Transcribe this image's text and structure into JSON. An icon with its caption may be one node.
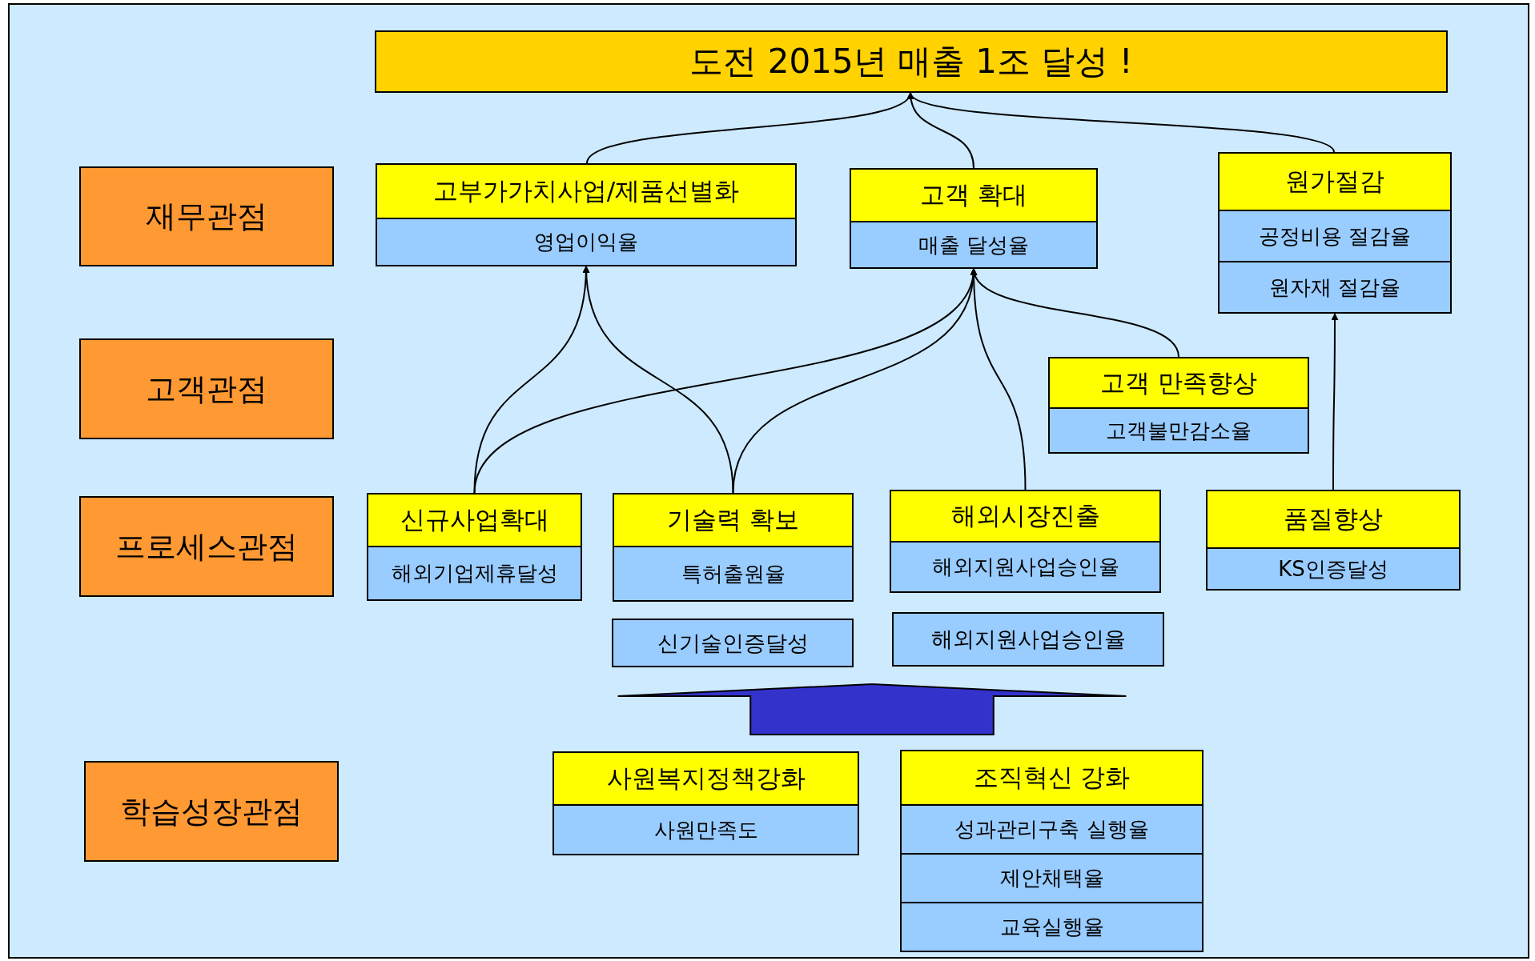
{
  "diagram": {
    "nodes": [
      {
        "text": [
          "도전 2015년 매출 1조 달성 !"
        ]
      },
      {
        "text": [
          "재무관점"
        ]
      },
      {
        "text": [
          "고객관점"
        ]
      },
      {
        "text": [
          "프로세스관점"
        ]
      },
      {
        "text": [
          "학습성장관점"
        ]
      },
      {
        "text": [
          "고부가가치사업/제품선별화",
          "영업이익율"
        ]
      },
      {
        "text": [
          "고객 확대",
          "매출 달성율"
        ]
      },
      {
        "text": [
          "원가절감",
          "공정비용 절감율",
          "원자재 절감율"
        ]
      },
      {
        "text": [
          "고객 만족향상",
          "고객불만감소율"
        ]
      },
      {
        "text": [
          "신규사업확대",
          "해외기업제휴달성"
        ]
      },
      {
        "text": [
          "기술력 확보",
          "특허출원율"
        ]
      },
      {
        "text": [
          "해외시장진출",
          "해외지원사업승인율"
        ]
      },
      {
        "text": [
          "품질향상",
          "KS인증달성"
        ]
      },
      {
        "text": [
          "신기술인증달성"
        ]
      },
      {
        "text": [
          "해외지원사업승인율"
        ]
      },
      {
        "text": [
          "사원복지정책강화",
          "사원만족도"
        ]
      },
      {
        "text": [
          "조직혁신 강화",
          "성과관리구축 실행율",
          "제안채택율",
          "교육실행율"
        ]
      }
    ],
    "edges": [
      {
        "from": 5,
        "to": 0,
        "arrow": "to"
      },
      {
        "from": 6,
        "to": 0,
        "arrow": "to"
      },
      {
        "from": 7,
        "to": 0,
        "arrow": "to"
      },
      {
        "from": 9,
        "to": 5,
        "arrow": "to"
      },
      {
        "from": 9,
        "to": 6,
        "arrow": "to"
      },
      {
        "from": 10,
        "to": 5,
        "arrow": "to"
      },
      {
        "from": 10,
        "to": 6,
        "arrow": "to"
      },
      {
        "from": 11,
        "to": 6,
        "arrow": "to"
      },
      {
        "from": 8,
        "to": 6,
        "arrow": "to"
      },
      {
        "from": 12,
        "to": 7,
        "arrow": "to"
      },
      {
        "from": 15,
        "to": 13,
        "arrow": "to",
        "style": "thick",
        "color": "#3333cc"
      },
      {
        "from": 15,
        "to": 14,
        "arrow": "to",
        "style": "thick",
        "color": "#3333cc"
      },
      {
        "from": 16,
        "to": 13,
        "arrow": "to",
        "style": "thick",
        "color": "#3333cc"
      },
      {
        "from": 16,
        "to": 14,
        "arrow": "to",
        "style": "thick",
        "color": "#3333cc"
      }
    ]
  }
}
